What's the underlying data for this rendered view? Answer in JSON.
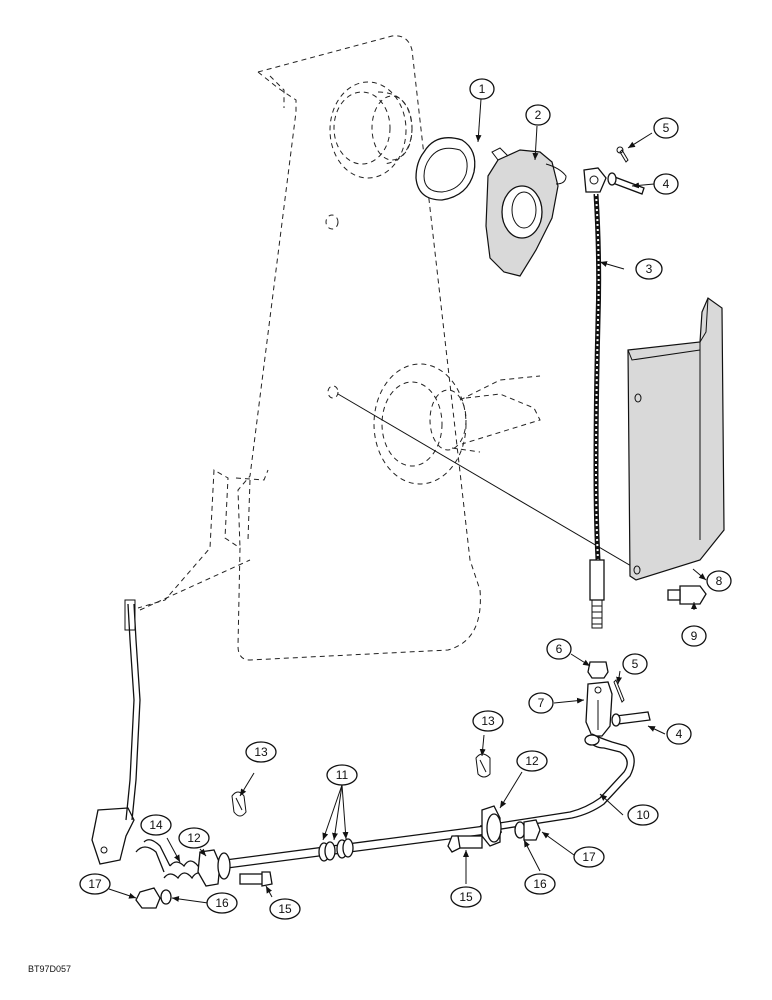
{
  "drawing_code": "BT97D057",
  "callouts": [
    {
      "id": "c1",
      "label": "1"
    },
    {
      "id": "c2",
      "label": "2"
    },
    {
      "id": "c3",
      "label": "3"
    },
    {
      "id": "c4a",
      "label": "4"
    },
    {
      "id": "c5a",
      "label": "5"
    },
    {
      "id": "c6",
      "label": "6"
    },
    {
      "id": "c7",
      "label": "7"
    },
    {
      "id": "c8",
      "label": "8"
    },
    {
      "id": "c9",
      "label": "9"
    },
    {
      "id": "c4b",
      "label": "4"
    },
    {
      "id": "c5b",
      "label": "5"
    },
    {
      "id": "c10",
      "label": "10"
    },
    {
      "id": "c11",
      "label": "11"
    },
    {
      "id": "c12a",
      "label": "12"
    },
    {
      "id": "c12b",
      "label": "12"
    },
    {
      "id": "c13a",
      "label": "13"
    },
    {
      "id": "c13b",
      "label": "13"
    },
    {
      "id": "c14",
      "label": "14"
    },
    {
      "id": "c15a",
      "label": "15"
    },
    {
      "id": "c15b",
      "label": "15"
    },
    {
      "id": "c16a",
      "label": "16"
    },
    {
      "id": "c16b",
      "label": "16"
    },
    {
      "id": "c17a",
      "label": "17"
    },
    {
      "id": "c17b",
      "label": "17"
    }
  ]
}
